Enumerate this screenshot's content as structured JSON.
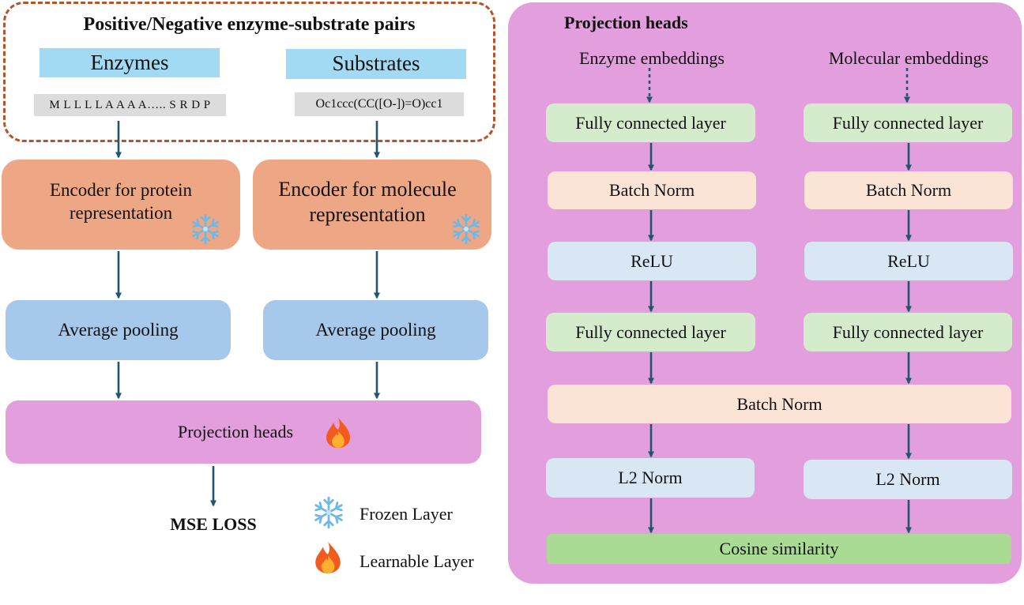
{
  "left": {
    "pairs_title": "Positive/Negative enzyme-substrate pairs",
    "enzymes_label": "Enzymes",
    "substrates_label": "Substrates",
    "enzyme_sequence": "M L L L L A A A A….. S R D P",
    "substrate_smiles": "Oc1ccc(CC([O-])=O)cc1",
    "protein_encoder": "Encoder for protein representation",
    "molecule_encoder": "Encoder for molecule representation",
    "avg_pool_enzyme": "Average pooling",
    "avg_pool_substrate": "Average pooling",
    "projection_heads": "Projection heads",
    "loss": "MSE LOSS"
  },
  "legend": {
    "frozen": "Frozen Layer",
    "learnable": "Learnable Layer"
  },
  "right": {
    "title": "Projection heads",
    "enzyme_embeddings": "Enzyme embeddings",
    "molecular_embeddings": "Molecular embeddings",
    "enzyme_column": [
      "Fully connected layer",
      "Batch Norm",
      "ReLU",
      "Fully connected layer"
    ],
    "molecule_column": [
      "Fully connected layer",
      "Batch Norm",
      "ReLU",
      "Fully connected layer"
    ],
    "shared_batch_norm": "Batch Norm",
    "enzyme_l2": "L2 Norm",
    "molecule_l2": "L2 Norm",
    "cosine": "Cosine similarity"
  },
  "icons": {
    "frozen_icon": "snowflake-icon",
    "learnable_icon": "fire-icon"
  },
  "colors": {
    "arrow": "#22566e",
    "panel": "#e39ede",
    "dashed_border": "#b5532a"
  }
}
